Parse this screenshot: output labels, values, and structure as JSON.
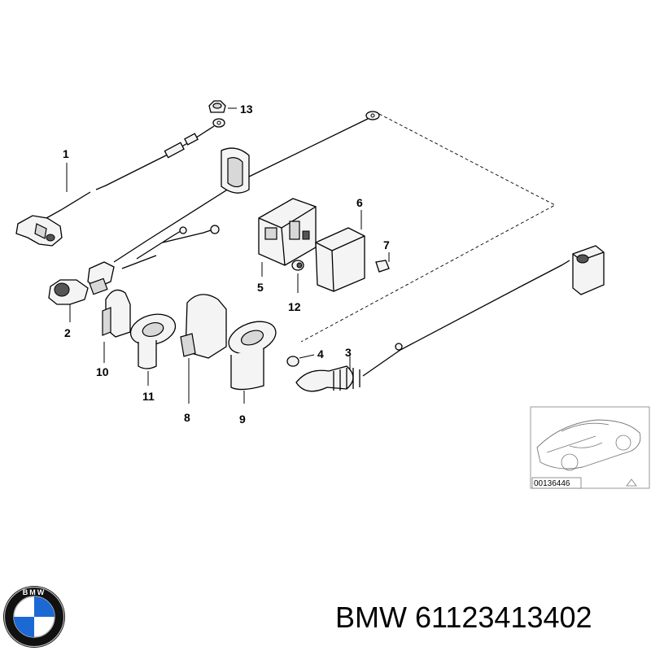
{
  "diagram": {
    "callouts": {
      "p1": "1",
      "p2": "2",
      "p3": "3",
      "p4": "4",
      "p5": "5",
      "p6": "6",
      "p7": "7",
      "p8": "8",
      "p9": "9",
      "p10": "10",
      "p11": "11",
      "p12": "12",
      "p13": "13"
    },
    "thumbnail_code": "00136446"
  },
  "footer": {
    "caption": "BMW 61123413402",
    "logo_text": "BMW",
    "logo_colors": {
      "ring": "#111111",
      "blue": "#1c69d4",
      "white": "#ffffff",
      "silver": "#b9b9b9"
    }
  }
}
